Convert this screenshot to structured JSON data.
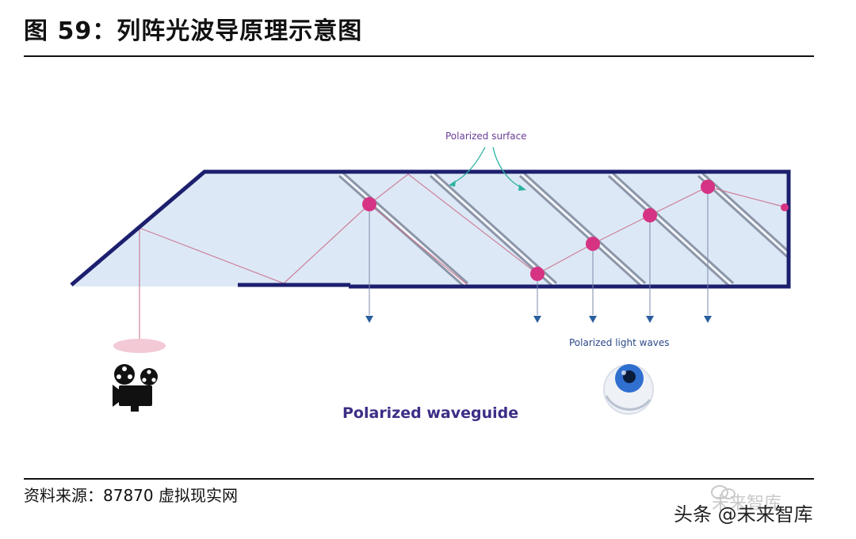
{
  "header": {
    "title": "图 59：列阵光波导原理示意图"
  },
  "diagram": {
    "labels": {
      "polarized_surface": "Polarized surface",
      "polarized_light_waves": "Polarized light waves",
      "caption": "Polarized waveguide"
    },
    "icons": [
      "projector-icon",
      "eye-icon"
    ],
    "colors": {
      "waveguide_outline": "#1c1f6e",
      "waveguide_fill": "#dde8f6",
      "mirror": "#8c96a8",
      "light_ray": "#c86f8a",
      "reflection_point": "#d63384",
      "output_arrow": "#2a5f9e",
      "label_purple": "#6a3d9a"
    }
  },
  "footer": {
    "source": "资料来源：87870 虚拟现实网",
    "watermark": "头条 @未来智库",
    "watermark_faded": "未来智库"
  }
}
